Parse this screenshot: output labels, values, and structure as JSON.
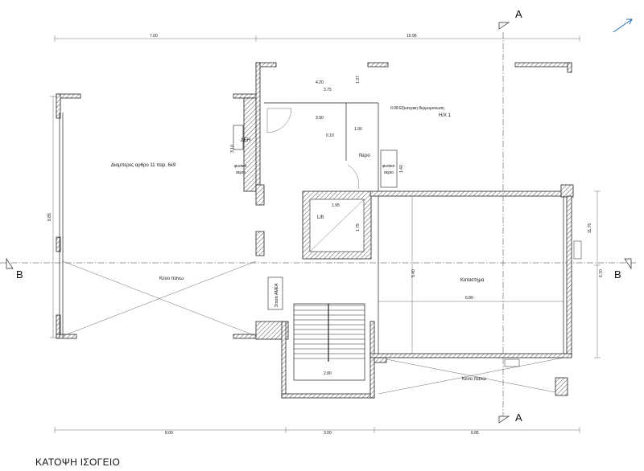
{
  "drawing": {
    "title": "ΚΑΤΟΨΗ ΙΣΟΓΕΙΟ",
    "section_a": "A",
    "section_b": "B"
  },
  "dimensions": {
    "top_left": "7.00",
    "top_right": "10.95",
    "bottom_left": "8.00",
    "bottom_mid": "3.00",
    "bottom_right": "6.95",
    "left_height": "8.85",
    "right_height_outer": "11.75",
    "right_height_inner": "6.70",
    "d_4_20": "4.20",
    "d_3_75": "3.75",
    "d_1_37": "1.37",
    "d_3_90": "3.90",
    "d_3_10": "3.10",
    "d_1_00": "1.00",
    "d_0_10": "0.10",
    "d_1_40": "1.40",
    "lift_w": "1.95",
    "lift_h": "1.75",
    "shop_h": "5.40",
    "shop_w": "6.80",
    "stair_w": "2.80"
  },
  "rooms": {
    "arcade": "Διαμπερες αρθρο 11 παρ. 6κ9",
    "void_left": "Κενο πανω",
    "void_bottom": "Κενο πανω",
    "shop": "Καταστημα",
    "lift": "Lift",
    "water": "Νερο",
    "deh": "ΔΕΗ",
    "gas_1": "φυσικο",
    "gas_1b": "αεριο",
    "gas_2": "φυσικο",
    "gas_2b": "αεριο",
    "amea": "Στασει ΑΜΕΑ",
    "insulation": "0.08 Εξωτερικη θερμομονωση",
    "hx": "Η/Χ 1"
  },
  "colors": {
    "line": "#222222",
    "accent": "#2b6fb5"
  },
  "icons": [
    "north-arrow-icon"
  ]
}
